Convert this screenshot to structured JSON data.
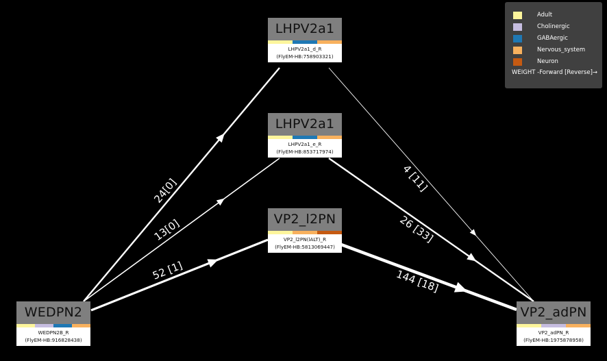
{
  "legend": {
    "items": [
      {
        "label": "Adult",
        "color": "#fdf59c"
      },
      {
        "label": "Cholinergic",
        "color": "#c6bde0"
      },
      {
        "label": "GABAergic",
        "color": "#1f78b4"
      },
      {
        "label": "Nervous_system",
        "color": "#f8b15e"
      },
      {
        "label": "Neuron",
        "color": "#c55a12"
      }
    ],
    "weight_label": "WEIGHT -Forward [Reverse]→"
  },
  "nodes": [
    {
      "key": "lhpv2a1_d",
      "title": "LHPV2a1",
      "name": "LHPV2a1_d_R",
      "id": "(FlyEM-HB:758903321)",
      "colors": [
        "#fdf59c",
        "#1f78b4",
        "#f8b15e"
      ]
    },
    {
      "key": "lhpv2a1_e",
      "title": "LHPV2a1",
      "name": "LHPV2a1_e_R",
      "id": "(FlyEM-HB:853717974)",
      "colors": [
        "#fdf59c",
        "#1f78b4",
        "#f8b15e"
      ]
    },
    {
      "key": "vp2_l2pn",
      "title": "VP2_l2PN",
      "name": "VP2_l2PN(lALT)_R",
      "id": "(FlyEM-HB:5813069447)",
      "colors": [
        "#fdf59c",
        "#f8b15e",
        "#c55a12"
      ]
    },
    {
      "key": "wedpn2",
      "title": "WEDPN2",
      "name": "WEDPN2B_R",
      "id": "(FlyEM-HB:916828438)",
      "colors": [
        "#fdf59c",
        "#c6bde0",
        "#1f78b4",
        "#f8b15e"
      ]
    },
    {
      "key": "vp2_adpn",
      "title": "VP2_adPN",
      "name": "VP2_adPN_R",
      "id": "(FlyEM-HB:1975878958)",
      "colors": [
        "#fdf59c",
        "#c6bde0",
        "#f8b15e"
      ]
    }
  ],
  "edges": [
    {
      "from": "wedpn2",
      "to": "lhpv2a1_d",
      "label": "24[0]",
      "weight": 24
    },
    {
      "from": "wedpn2",
      "to": "lhpv2a1_e",
      "label": "13[0]",
      "weight": 13
    },
    {
      "from": "wedpn2",
      "to": "vp2_l2pn",
      "label": "52 [1]",
      "weight": 52
    },
    {
      "from": "lhpv2a1_d",
      "to": "vp2_adpn",
      "label": "4 [11]",
      "weight": 4
    },
    {
      "from": "lhpv2a1_e",
      "to": "vp2_adpn",
      "label": "26 [33]",
      "weight": 26
    },
    {
      "from": "vp2_l2pn",
      "to": "vp2_adpn",
      "label": "144 [18]",
      "weight": 144
    }
  ]
}
